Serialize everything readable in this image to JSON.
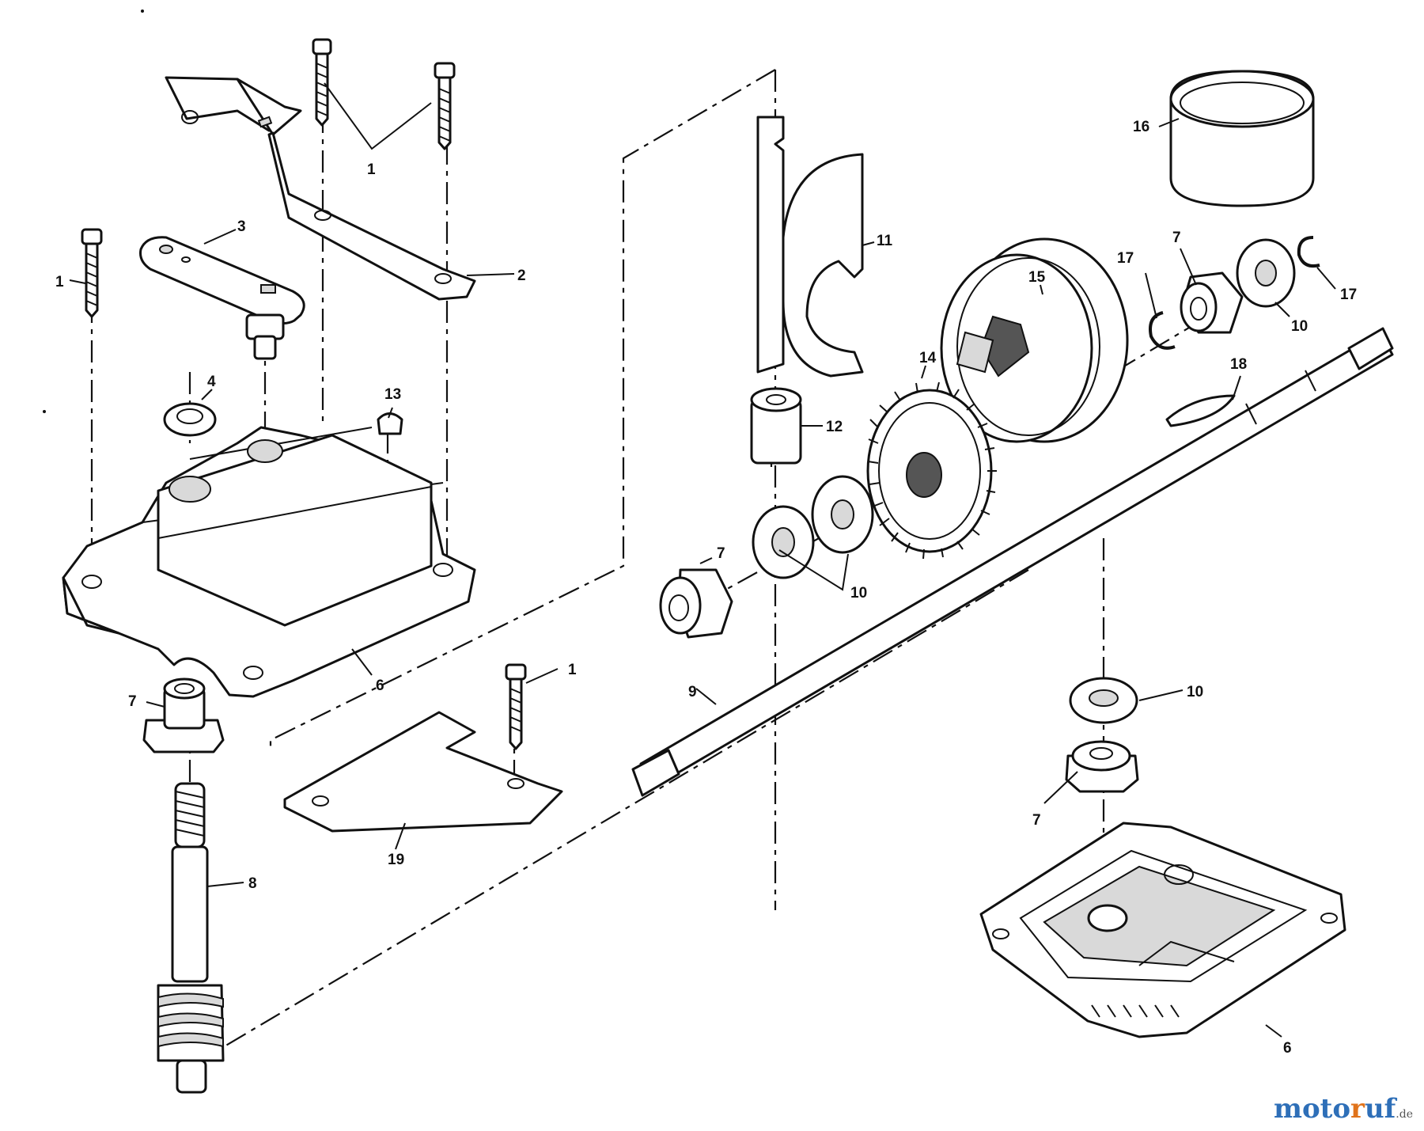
{
  "callouts": {
    "c1a": "1",
    "c1b": "1",
    "c1c": "1",
    "c2": "2",
    "c3": "3",
    "c4": "4",
    "c6a": "6",
    "c6b": "6",
    "c7a": "7",
    "c7b": "7",
    "c7c": "7",
    "c7d": "7",
    "c8": "8",
    "c9": "9",
    "c10a": "10",
    "c10b": "10",
    "c10c": "10",
    "c11": "11",
    "c12": "12",
    "c13": "13",
    "c14": "14",
    "c15": "15",
    "c16": "16",
    "c17a": "17",
    "c17b": "17",
    "c18": "18",
    "c19": "19"
  },
  "watermark": {
    "main": "motoruf",
    "tld": ".de"
  },
  "colors": {
    "line": "#111111",
    "watermark_blue": "#2e6fb8",
    "watermark_orange": "#e0731b"
  }
}
